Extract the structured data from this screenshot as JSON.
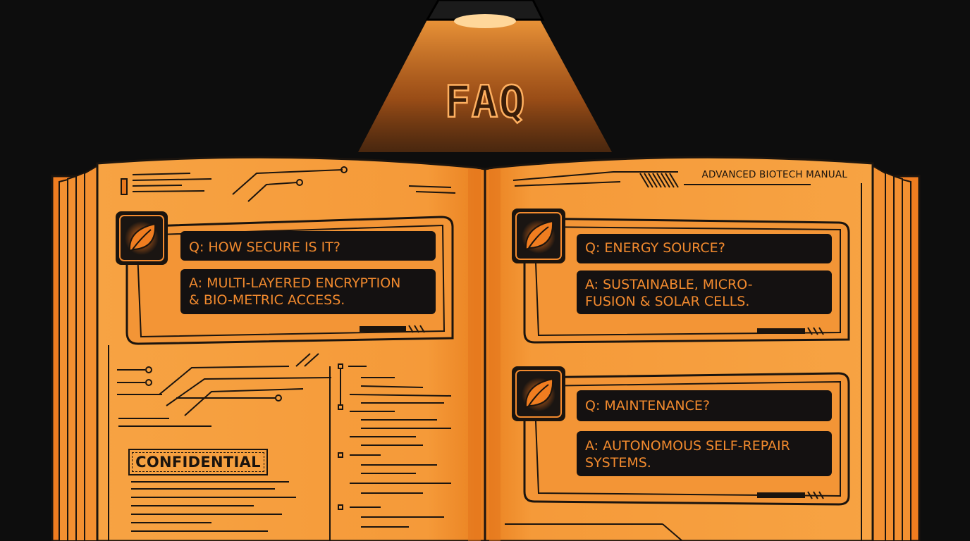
{
  "scene": {
    "title": "FAQ",
    "header": "ADVANCED BIOTECH MANUAL",
    "stamp": "CONFIDENTIAL"
  },
  "faq": [
    {
      "question": "Q: HOW SECURE IS IT?",
      "answer": "A: MULTI-LAYERED ENCRYPTION\n& BIO-METRIC ACCESS.",
      "icon": "leaf-icon"
    },
    {
      "question": "Q: ENERGY SOURCE?",
      "answer": "A: SUSTAINABLE, MICRO-\nFUSION & SOLAR CELLS.",
      "icon": "leaf-icon"
    },
    {
      "question": "Q: MAINTENANCE?",
      "answer": "A: AUTONOMOUS SELF-REPAIR\nSYSTEMS.",
      "icon": "leaf-icon"
    }
  ],
  "colors": {
    "background": "#0d0d0d",
    "page": "#f7a040",
    "page_dark": "#e8781e",
    "ink": "#1b140e",
    "card": "#141111",
    "accent": "#f28a2e"
  }
}
